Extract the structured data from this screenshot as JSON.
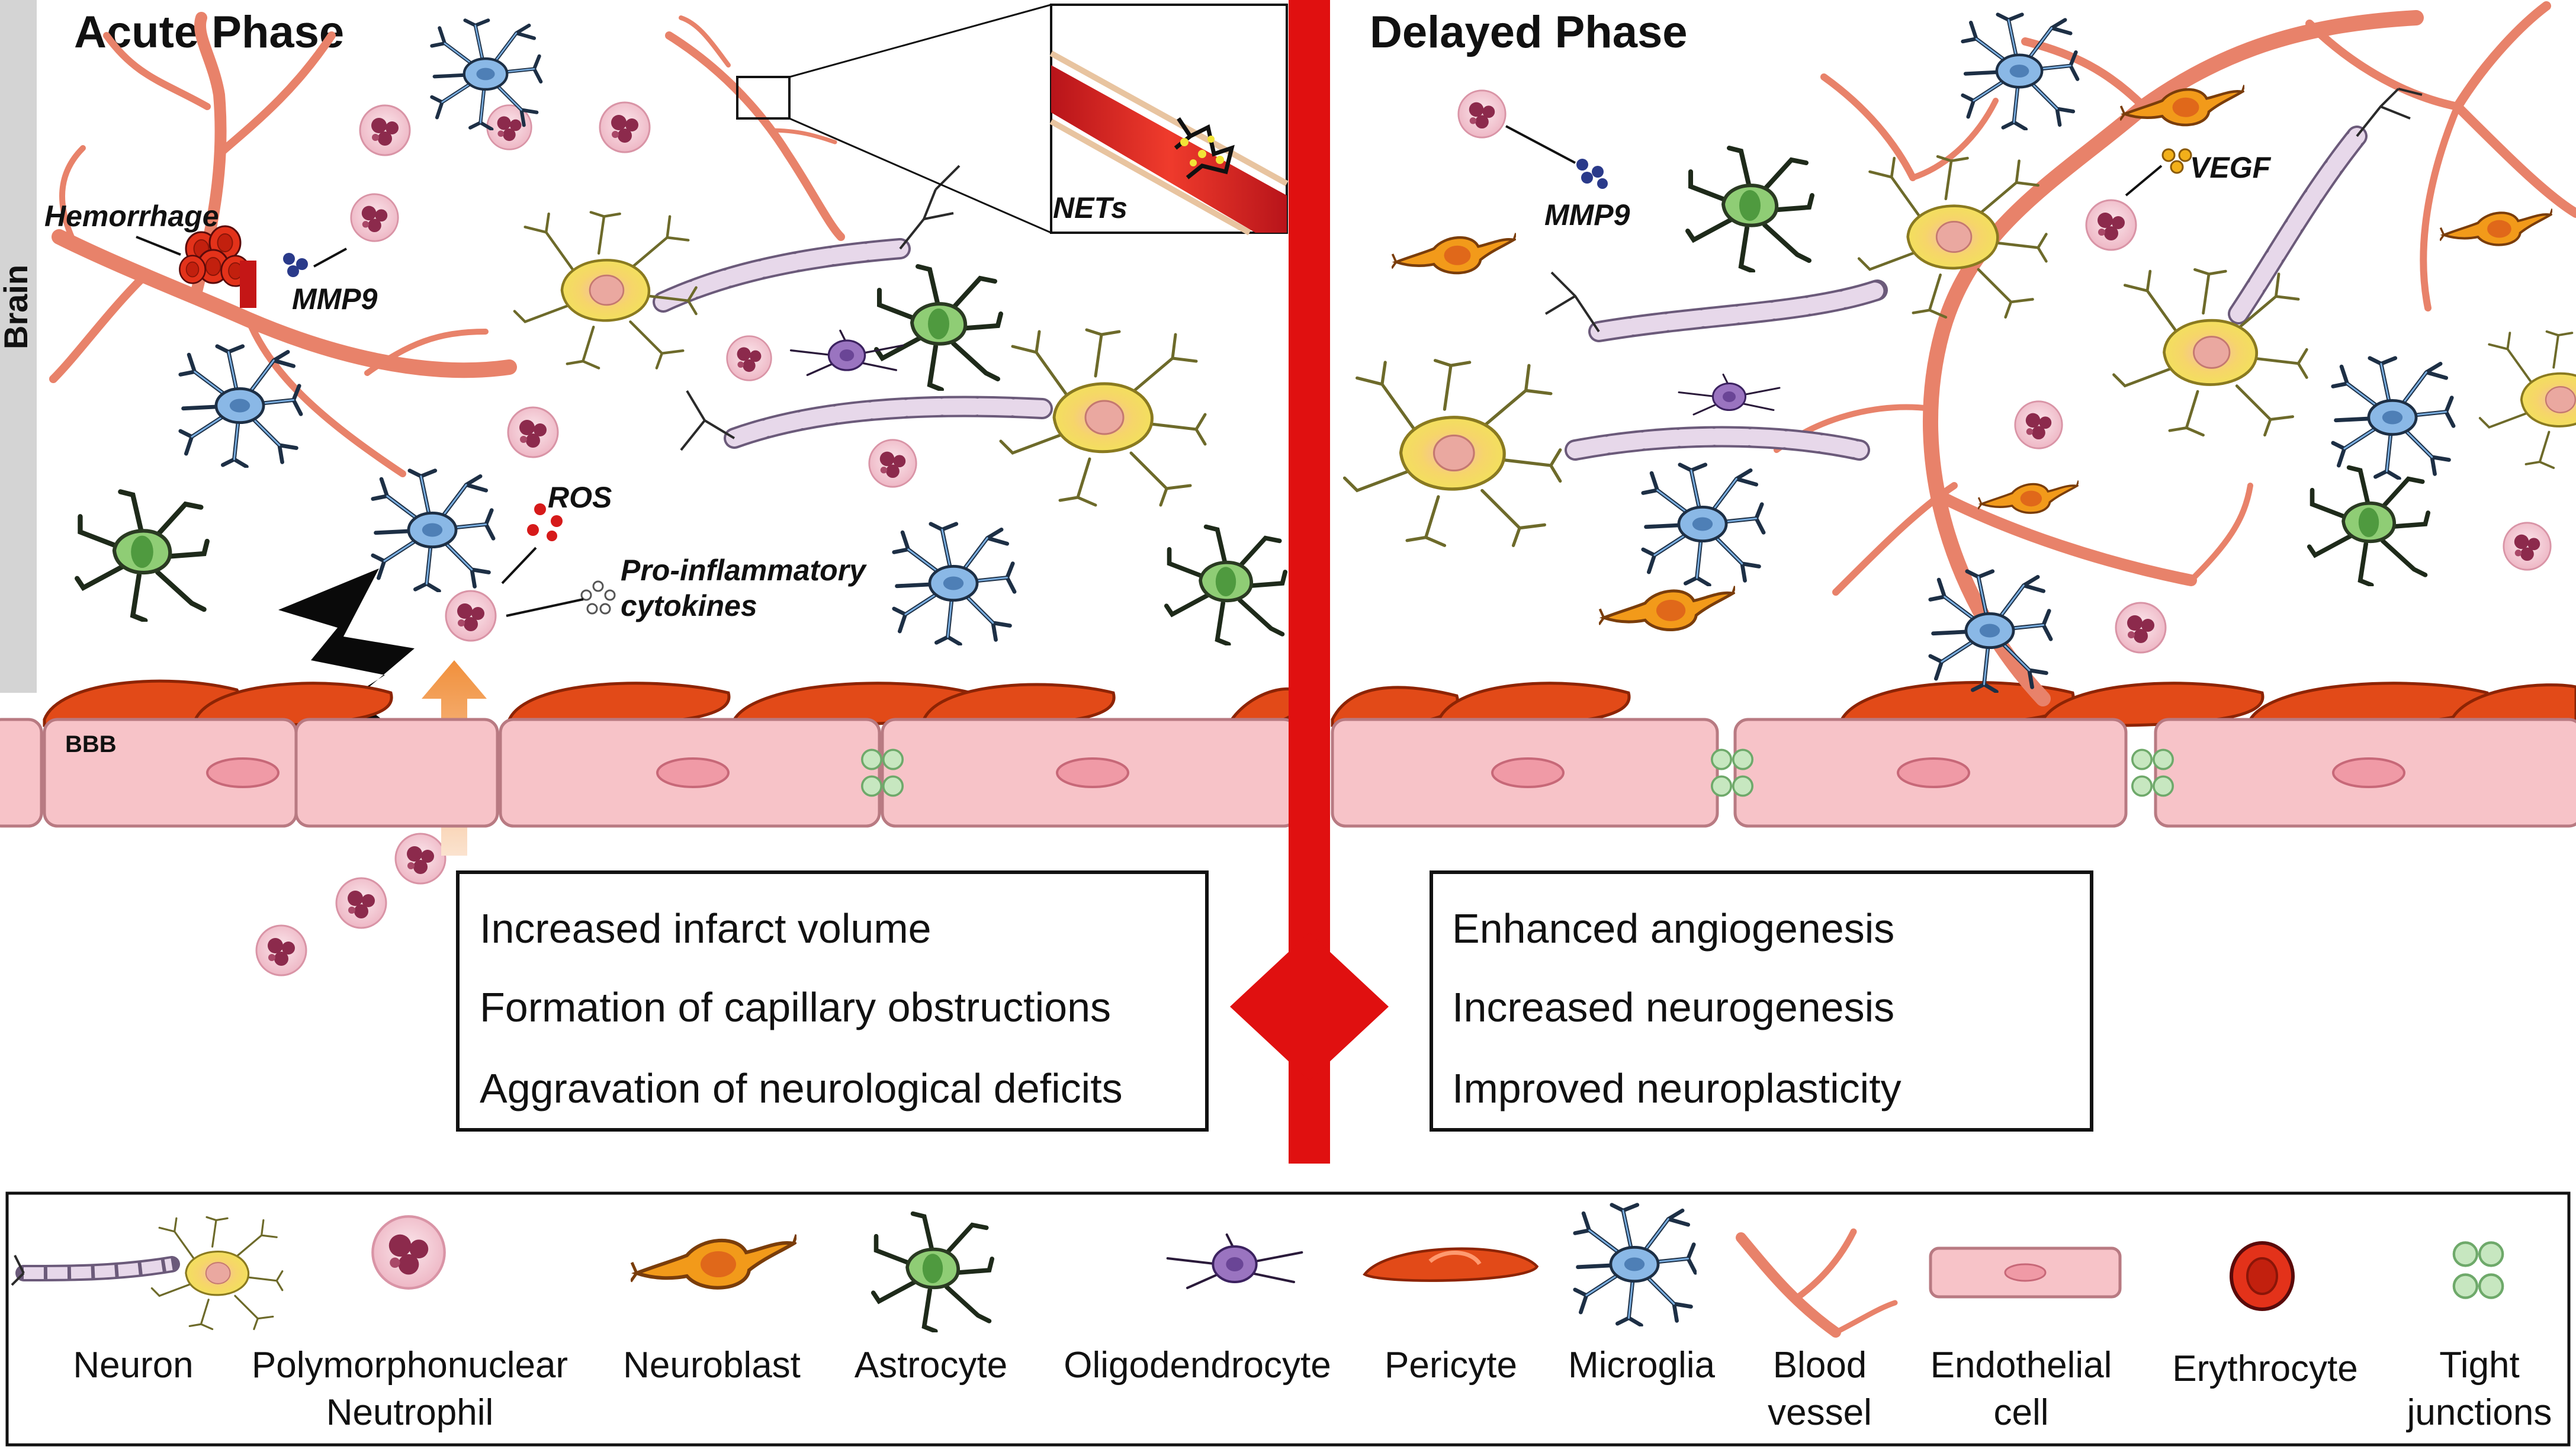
{
  "phases": {
    "acute": {
      "title": "Acute Phase",
      "labels": {
        "hemorrhage": "Hemorrhage",
        "mmp9": "MMP9",
        "ros": "ROS",
        "cytokines_1": "Pro-inflammatory",
        "cytokines_2": "cytokines",
        "nets": "NETs"
      },
      "outcomes": [
        "Increased infarct volume",
        "Formation of capillary obstructions",
        "Aggravation of neurological deficits"
      ]
    },
    "delayed": {
      "title": "Delayed Phase",
      "labels": {
        "mmp9": "MMP9",
        "vegf": "VEGF"
      },
      "outcomes": [
        "Enhanced angiogenesis",
        "Increased neurogenesis",
        "Improved neuroplasticity"
      ]
    }
  },
  "side_labels": {
    "brain": "Brain",
    "bbb": "BBB"
  },
  "legend": [
    {
      "icon": "neuron-icon",
      "lines": [
        "Neuron"
      ]
    },
    {
      "icon": "neutrophil-icon",
      "lines": [
        "Polymorphonuclear",
        "Neutrophil"
      ]
    },
    {
      "icon": "neuroblast-icon",
      "lines": [
        "Neuroblast"
      ]
    },
    {
      "icon": "astrocyte-icon",
      "lines": [
        "Astrocyte"
      ]
    },
    {
      "icon": "oligodendrocyte-icon",
      "lines": [
        "Oligodendrocyte"
      ]
    },
    {
      "icon": "pericyte-icon",
      "lines": [
        "Pericyte"
      ]
    },
    {
      "icon": "microglia-icon",
      "lines": [
        "Microglia"
      ]
    },
    {
      "icon": "blood-vessel-icon",
      "lines": [
        "Blood",
        "vessel"
      ]
    },
    {
      "icon": "endothelial-cell-icon",
      "lines": [
        "Endothelial",
        "cell"
      ]
    },
    {
      "icon": "erythrocyte-icon",
      "lines": [
        "Erythrocyte"
      ]
    },
    {
      "icon": "tight-junctions-icon",
      "lines": [
        "Tight",
        "junctions"
      ]
    }
  ],
  "colors": {
    "divider": "#e01010",
    "vessel": "#e8826a",
    "neuron": "#f5e05a",
    "neutrophil": "#f6d3dc",
    "neuroblast": "#f29a1a",
    "astrocyte": "#8cc870",
    "oligodendrocyte": "#9a74c0",
    "pericyte": "#e24a18",
    "microglia": "#7aaee0",
    "endothelial": "#f7c3c8",
    "erythrocyte": "#e3321a",
    "tight_junction": "#c7e7c0",
    "lightning": "#0a0a0a"
  }
}
